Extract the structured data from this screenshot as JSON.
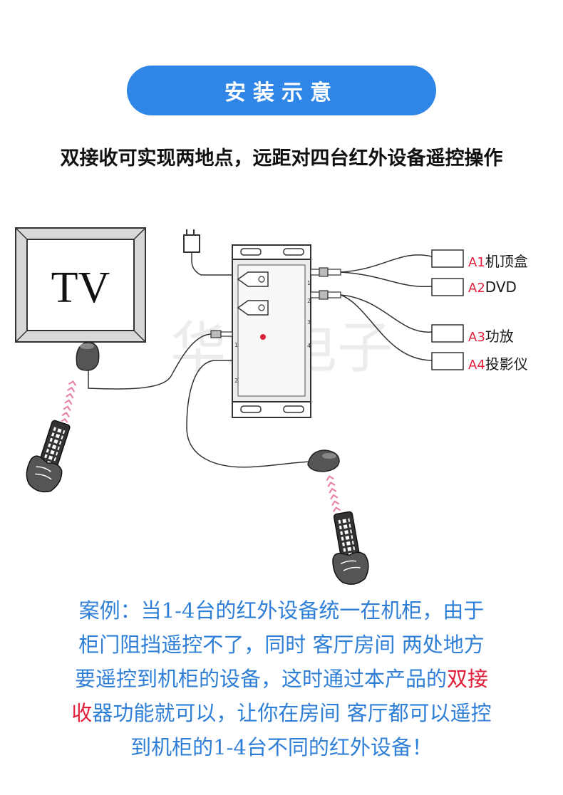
{
  "header": {
    "title": "安装示意"
  },
  "subtitle": "双接收可实现两地点，远距对四台红外设备遥控操作",
  "diagram": {
    "tv_label": "TV",
    "watermark": "华均电子",
    "outputs": [
      {
        "code": "A1",
        "name": "机顶盒"
      },
      {
        "code": "A2",
        "name": "DVD"
      },
      {
        "code": "A3",
        "name": "功放"
      },
      {
        "code": "A4",
        "name": "投影仪"
      }
    ],
    "port_numbers": [
      "1",
      "2",
      "3",
      "4"
    ],
    "receiver_ports": [
      "1",
      "2"
    ],
    "colors": {
      "accent": "#2f86e6",
      "highlight": "#e0203a",
      "signal": "#e87aa6"
    }
  },
  "case": {
    "line1": "案例：当1-4台的红外设备统一在机柜，由于",
    "line2": "柜门阻挡遥控不了，同时 客厅房间 两处地方",
    "line3_a": "要遥控到机柜的设备，这时通过本产品的",
    "line3_b": "双接",
    "line4_a": "收",
    "line4_b": "器功能就可以，让你在房间 客厅都可以遥控",
    "line5": "到机柜的1-4台不同的红外设备！"
  }
}
